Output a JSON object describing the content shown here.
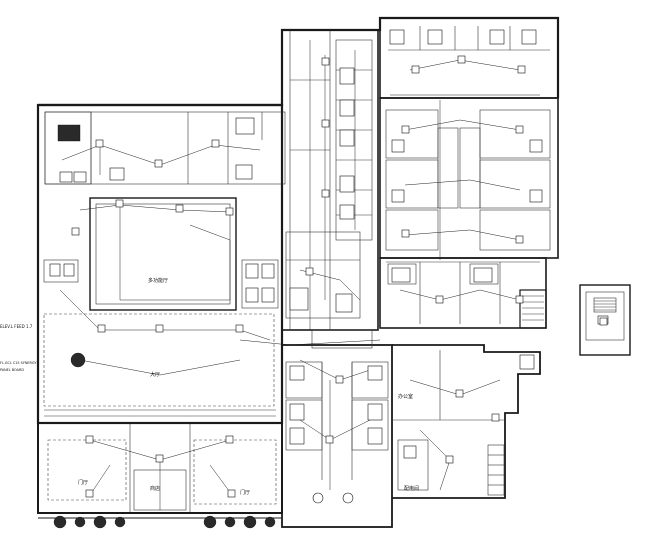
{
  "drawing": {
    "type": "electrical-floor-plan",
    "line_color": "#1a1a1a",
    "background": "#ffffff"
  },
  "labels": {
    "left_note_1": "ELEV.L FEED 1.7",
    "left_note_2": "FL.GCL C15 SYNERGY",
    "left_note_3": "PANEL BOARD",
    "room_large_left": "多功能厅",
    "room_center": "大厅",
    "room_bottom_left": "门厅",
    "room_bottom_right": "门厅",
    "room_bottom_mid": "商店",
    "room_right_mid": "办公室",
    "room_right_low": "配电间"
  }
}
